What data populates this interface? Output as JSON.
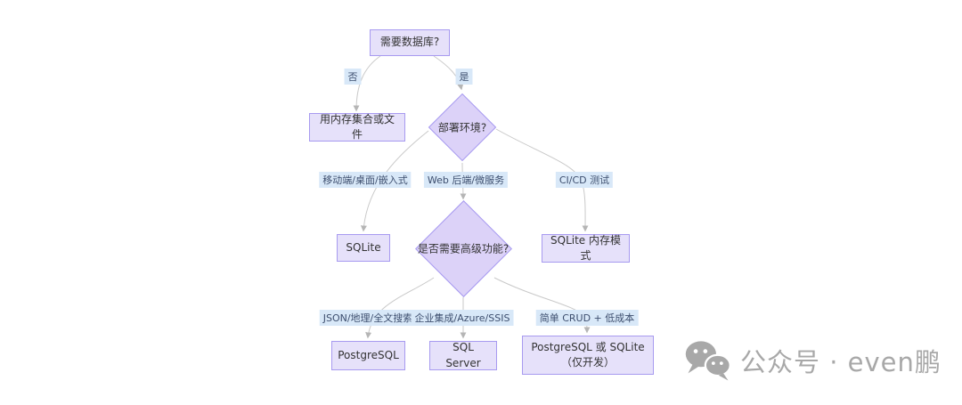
{
  "diagram": {
    "nodes": {
      "need_db": "需要数据库?",
      "memory_collection": "用内存集合或文件",
      "deploy_env": "部署环境?",
      "sqlite": "SQLite",
      "advanced_features": "是否需要高级功能?",
      "sqlite_memory": "SQLite 内存模式",
      "postgresql": "PostgreSQL",
      "sql_server": "SQL Server",
      "pg_or_sqlite_dev": "PostgreSQL 或 SQLite（仅开发）"
    },
    "edge_labels": {
      "no": "否",
      "yes": "是",
      "mobile_desktop_embedded": "移动端/桌面/嵌入式",
      "web_backend_microservice": "Web 后端/微服务",
      "cicd_test": "CI/CD 测试",
      "json_geo_fulltext": "JSON/地理/全文搜索",
      "enterprise_azure_ssis": "企业集成/Azure/SSIS",
      "simple_crud_lowcost": "简单 CRUD + 低成本"
    },
    "colors": {
      "node_fill": "#e6e1fa",
      "node_border": "#a79af0",
      "diamond_fill": "#dcd2f8",
      "edge_label_bg": "#d8e8f8",
      "edge_label_text": "#3d4e6e",
      "edge_line": "#c9c9c9",
      "node_text": "#333333"
    }
  },
  "watermark": {
    "icon": "wechat-icon",
    "text": "公众号 · even鹏",
    "color": "#a8a8a8"
  }
}
